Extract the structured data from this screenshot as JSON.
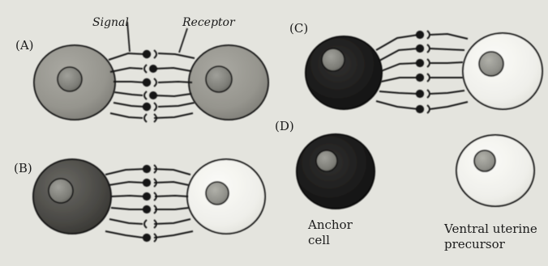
{
  "panels": {
    "a": "(A)",
    "b": "(B)",
    "c": "(C)",
    "d": "(D)"
  },
  "labels": {
    "signal": "Signal",
    "receptor": "Receptor",
    "anchor_cell": "Anchor\ncell",
    "ventral_uterine_precursor": "Ventral uterine\nprecursor"
  },
  "colors": {
    "background": "#e4e4de",
    "mid_grey_cell": "#9a9a92",
    "dark_grey_cell": "#4c4c48",
    "black_cell": "#171717",
    "white_cell": "#f2f2ee",
    "nucleus_dark": "#7c7c76",
    "nucleus_light": "#8e8e88",
    "line": "#151515"
  },
  "diagram": {
    "panel_a": {
      "left_cell": "mid-grey",
      "right_cell": "mid-grey",
      "left_signal": "alternating",
      "right_receptor": "alternating"
    },
    "panel_b": {
      "left_cell": "dark-grey",
      "right_cell": "white",
      "left_signal": "mostly",
      "right_receptor": "mostly"
    },
    "panel_c": {
      "left_cell": "black",
      "right_cell": "white",
      "left_signal": "all",
      "right_receptor": "all"
    },
    "panel_d": {
      "left_cell": "black",
      "right_cell": "white"
    }
  }
}
